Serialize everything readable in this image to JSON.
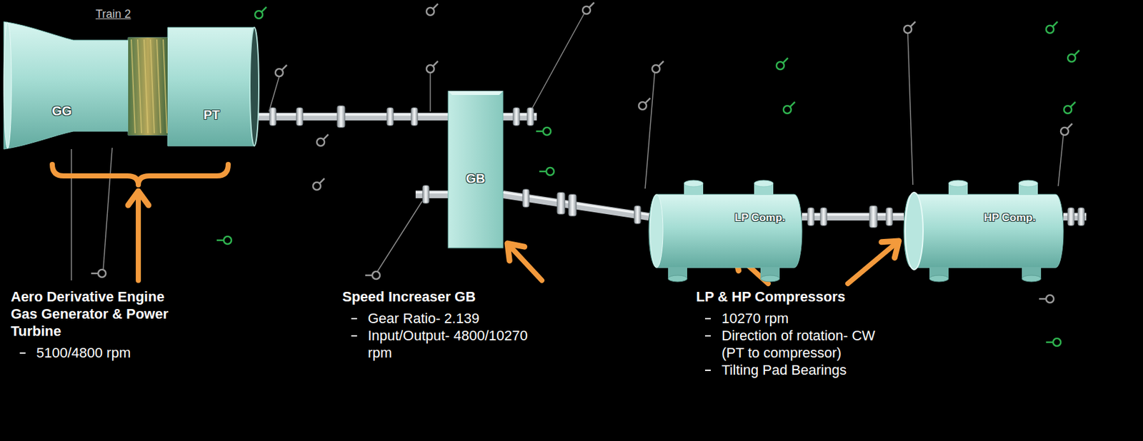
{
  "diagram": {
    "title": "Train 2",
    "nodes": [
      {
        "text": [
          "GG",
          "PT"
        ]
      },
      {
        "text": [
          "GB"
        ]
      },
      {
        "text": [
          "LP Comp."
        ]
      },
      {
        "text": [
          "HP Comp."
        ]
      }
    ],
    "edges": [
      {
        "from": 0,
        "to": 1,
        "arrow": "none"
      },
      {
        "from": 1,
        "to": 2,
        "arrow": "none"
      },
      {
        "from": 2,
        "to": 3,
        "arrow": "none"
      }
    ],
    "labels": [
      "Aero Derivative Engine Gas Generator & Power Turbine",
      "5100/4800 rpm",
      "Speed Increaser GB",
      "Gear Ratio- 2.139",
      "Input/Output- 4800/10270 rpm",
      "LP & HP Compressors",
      "10270 rpm",
      "Direction of rotation- CW (PT to compressor)",
      "Tilting Pad Bearings"
    ]
  }
}
